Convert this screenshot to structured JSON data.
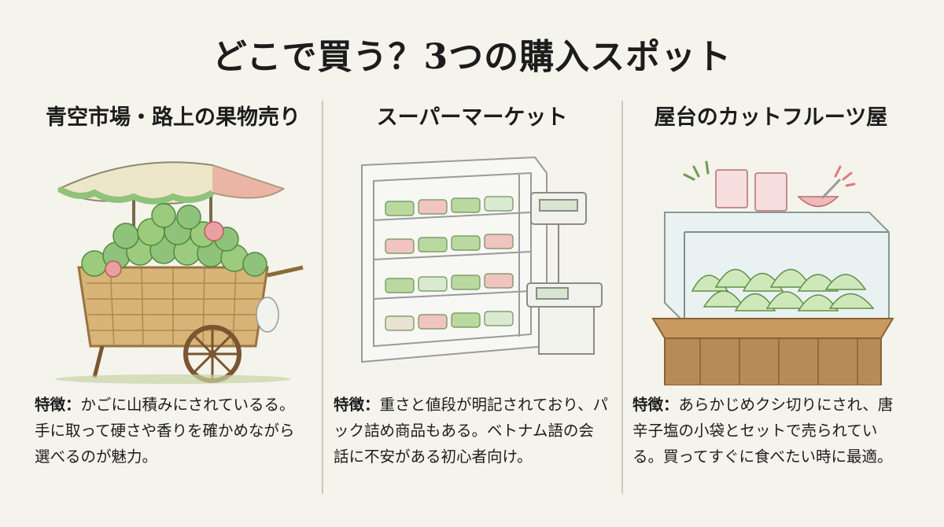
{
  "title": "どこで買う？3つの購入スポット",
  "columns": [
    {
      "heading": "青空市場・路上の果物売り",
      "label": "特徴：",
      "text": "かごに山積みにされているる。手に取って硬さや香りを確かめながら選べるのが魅力。",
      "illustration": "fruit-cart-with-umbrella"
    },
    {
      "heading": "スーパーマーケット",
      "label": "特徴：",
      "text": "重さと値段が明記されており、パック詰め商品もある。ベトナム語の会話に不安がある初心者向け。",
      "illustration": "supermarket-produce-shelf-with-scale"
    },
    {
      "heading": "屋台のカットフルーツ屋",
      "label": "特徴：",
      "text": "あらかじめクシ切りにされ、唐辛子塩の小袋とセットで売られている。買ってすぐに食べたい時に最適。",
      "illustration": "glass-case-with-cut-fruit"
    }
  ],
  "colors": {
    "background": "#f4f3ec",
    "guava_green": "#8fc27a",
    "pink": "#e8a0a0",
    "wood": "#b88a55",
    "divider": "#c7cdb4"
  }
}
